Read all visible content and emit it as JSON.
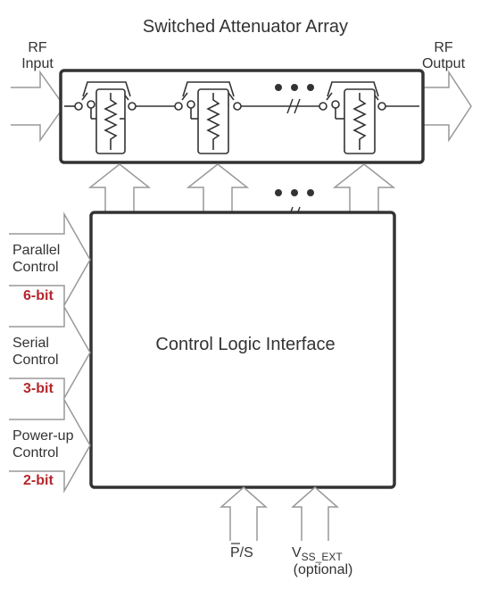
{
  "title": "Switched Attenuator Array",
  "rf_input": {
    "line1": "RF",
    "line2": "Input"
  },
  "rf_output": {
    "line1": "RF",
    "line2": "Output"
  },
  "ellipsis": "• • •",
  "control_block": "Control Logic Interface",
  "inputs": [
    {
      "line1": "Parallel",
      "line2": "Control",
      "bits": "6-bit"
    },
    {
      "line1": "Serial",
      "line2": "Control",
      "bits": "3-bit"
    },
    {
      "line1": "Power-up",
      "line2": "Control",
      "bits": "2-bit"
    }
  ],
  "bottom_pins": {
    "ps_p": "P",
    "ps_rest": "/S",
    "vss_v": "V",
    "vss_sub": "SS_EXT",
    "vss_note": "(optional)"
  },
  "colors": {
    "line": "#333333",
    "arrow": "#888888",
    "accent": "#b5262b"
  }
}
